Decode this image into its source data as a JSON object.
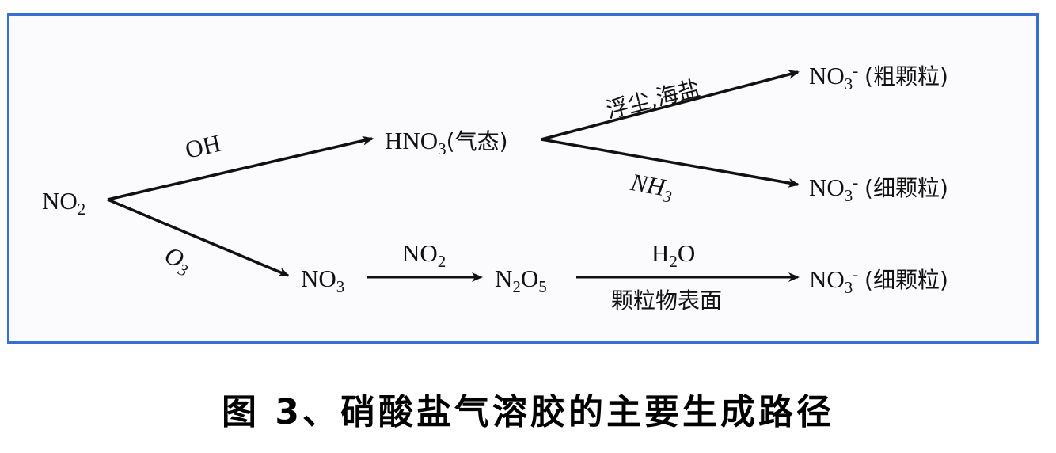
{
  "diagram": {
    "nodes": {
      "no2_start": {
        "main": "NO",
        "sub": "2"
      },
      "hno3": {
        "main": "HNO",
        "sub": "3",
        "tail": "(气态)"
      },
      "no3": {
        "main": "NO",
        "sub": "3"
      },
      "n2o5": {
        "a": "N",
        "sub1": "2",
        "b": "O",
        "sub2": "5"
      },
      "nitrate_coarse": {
        "main": "NO",
        "sub": "3",
        "sup": "-",
        "tail": "(粗颗粒)"
      },
      "nitrate_fine_1": {
        "main": "NO",
        "sub": "3",
        "sup": "-",
        "tail": "(细颗粒)"
      },
      "nitrate_fine_2": {
        "main": "NO",
        "sub": "3",
        "sup": "-",
        "tail": "(细颗粒)"
      }
    },
    "edges": {
      "oh": {
        "label": "OH"
      },
      "o3": {
        "main": "O",
        "sub": "3"
      },
      "dust_seasalt": {
        "label": "浮尘,海盐"
      },
      "nh3": {
        "main": "NH",
        "sub": "3"
      },
      "no2_react": {
        "main": "NO",
        "sub": "2"
      },
      "h2o": {
        "a": "H",
        "sub": "2",
        "b": "O"
      },
      "surface": {
        "label": "颗粒物表面"
      }
    }
  },
  "caption": "图 3、硝酸盐气溶胶的主要生成路径",
  "colors": {
    "border": "#3a6fd2",
    "ink": "#111111"
  }
}
